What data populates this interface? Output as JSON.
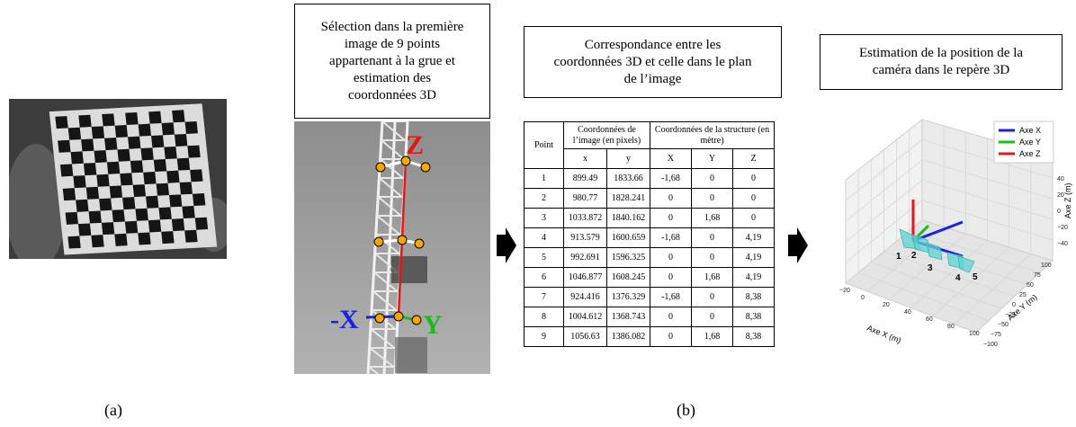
{
  "boxes": {
    "selection": [
      "Sélection dans la première",
      "image de 9 points",
      "appartenant à la grue et",
      "estimation des",
      "coordonnées 3D"
    ],
    "correspondance": [
      "Correspondance entre les",
      "coordonnées 3D et celle dans le plan",
      "de l’image"
    ],
    "estimation": [
      "Estimation de la position de la",
      "caméra dans le repère 3D"
    ]
  },
  "crane_labels": {
    "z": "Z",
    "x": "-X",
    "y": "Y"
  },
  "colors": {
    "x_axis": "#1a22e0",
    "y_axis": "#1fb81f",
    "z_axis": "#e01818",
    "marker": "#f5a800",
    "camera": "#5fd3d3"
  },
  "table": {
    "point_header": "Point",
    "image_header": "Coordonnées de l’image (en pixels)",
    "structure_header": "Coordonnées de la structure (en mètre)",
    "sub_headers": [
      "x",
      "y",
      "X",
      "Y",
      "Z"
    ],
    "rows": [
      [
        "1",
        "899.49",
        "1833.66",
        "-1,68",
        "0",
        "0"
      ],
      [
        "2",
        "980.77",
        "1828.241",
        "0",
        "0",
        "0"
      ],
      [
        "3",
        "1033.872",
        "1840.162",
        "0",
        "1,68",
        "0"
      ],
      [
        "4",
        "913.579",
        "1600.659",
        "-1,68",
        "0",
        "4,19"
      ],
      [
        "5",
        "992.691",
        "1596.325",
        "0",
        "0",
        "4,19"
      ],
      [
        "6",
        "1046.877",
        "1608.245",
        "0",
        "1,68",
        "4,19"
      ],
      [
        "7",
        "924.416",
        "1376.329",
        "-1,68",
        "0",
        "8,38"
      ],
      [
        "8",
        "1004.612",
        "1368.743",
        "0",
        "0",
        "8,38"
      ],
      [
        "9",
        "1056.63",
        "1386.082",
        "0",
        "1,68",
        "8,38"
      ]
    ]
  },
  "plot3d": {
    "legend": [
      "Axe X",
      "Axe Y",
      "Axe Z"
    ],
    "x_label": "Axe X (m)",
    "y_label": "Axe Y (m)",
    "z_label": "Axe Z (m)",
    "x_ticks": [
      "−20",
      "0",
      "20",
      "40",
      "60",
      "80",
      "100"
    ],
    "y_ticks": [
      "100",
      "75",
      "50",
      "25",
      "0",
      "−25",
      "−50",
      "−75",
      "−100"
    ],
    "z_ticks": [
      "40",
      "20",
      "0",
      "−20",
      "−40"
    ],
    "camera_labels": [
      "1",
      "2",
      "3",
      "4",
      "5"
    ]
  },
  "captions": {
    "a": "(a)",
    "b": "(b)"
  }
}
